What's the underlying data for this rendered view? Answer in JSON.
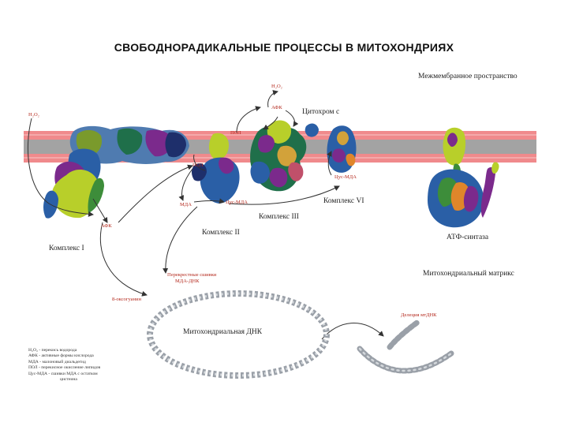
{
  "title": "СВОБОДНОРАДИКАЛЬНЫЕ ПРОЦЕССЫ В МИТОХОНДРИЯХ",
  "regions": {
    "intermembrane": "Межмембранное пространство",
    "matrix": "Митохондриальный матрикс"
  },
  "complexes": {
    "complex1": "Комплекс I",
    "complex2": "Комплекс II",
    "complex3": "Комплекс III",
    "complex4": "Комплекс VI",
    "cytochrome": "Цитохром c",
    "atp_synthase": "АТФ-синтаза"
  },
  "dna": {
    "label": "Митохондриальная ДНК",
    "deletion": "Делеция мтДНК"
  },
  "markers": {
    "h2o2_left": "H₂O₂",
    "h2o2_top": "H₂O₂",
    "afk_top": "АФК",
    "afk_left": "АФК",
    "pol_top": "ПОЛ",
    "pol_mid": "ПОЛ",
    "mda_mid": "МДА",
    "cys_mda_1": "Цyc-МДА",
    "cys_mda_2": "Цyc-МДА",
    "oxidized": "8-оксогуанин",
    "crosslinks_1": "Перекрестные сшивки",
    "crosslinks_2": "МДА-ДНК"
  },
  "legend": [
    "H₂O₂ - перекись водорода",
    "АФК - активные формы кислорода",
    "МДА - малоновый диальдегид",
    "ПОЛ - перекисное окисление липидов",
    "Цyc-МДА - сшивки МДА с остатком",
    "цистеина"
  ],
  "colors": {
    "membrane_outer": "#f08a8c",
    "membrane_core": "#a3a3a3",
    "arrow": "#333333",
    "marker_text": "#b4281c",
    "dna_strand": "#9aa0a8"
  }
}
